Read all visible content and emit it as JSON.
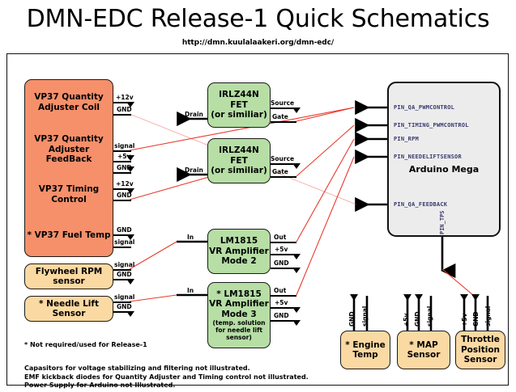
{
  "header": {
    "title": "DMN-EDC Release-1 Quick Schematics",
    "url": "http://dmn.kuulalaakeri.org/dmn-edc/"
  },
  "blocks": {
    "vp37_group": [
      {
        "name": "vp37-quantity-adjuster-coil",
        "line1": "VP37 Quantity",
        "line2": "Adjuster Coil",
        "pins": [
          "+12v",
          "GND"
        ]
      },
      {
        "name": "vp37-quantity-adjuster-feedback",
        "line1": "VP37 Quantity",
        "line2": "Adjuster FeedBack",
        "pins": [
          "signal",
          "+5v",
          "GND"
        ]
      },
      {
        "name": "vp37-timing-control",
        "line1": "VP37 Timing Control",
        "line2": "",
        "pins": [
          "+12v",
          "GND"
        ]
      },
      {
        "name": "vp37-fuel-temp",
        "line1": "* VP37 Fuel Temp",
        "line2": "",
        "pins": [
          "GND",
          "signal"
        ]
      }
    ],
    "flywheel": {
      "line1": "Flywheel RPM",
      "line2": "sensor",
      "pins": [
        "signal",
        "GND"
      ]
    },
    "needle": {
      "line1": "* Needle Lift",
      "line2": "Sensor",
      "pins": [
        "signal",
        "GND"
      ]
    },
    "fet1": {
      "line1": "IRLZ44N",
      "line2": "FET",
      "line3": "(or similiar)",
      "in": "Drain",
      "pins": [
        "Source",
        "Gate"
      ]
    },
    "fet2": {
      "line1": "IRLZ44N",
      "line2": "FET",
      "line3": "(or similiar)",
      "in": "Drain",
      "pins": [
        "Source",
        "Gate"
      ]
    },
    "amp1": {
      "line1": "LM1815",
      "line2": "VR Amplifier",
      "line3": "Mode 2",
      "note": "",
      "in": "In",
      "pins": [
        "Out",
        "+5v",
        "GND"
      ]
    },
    "amp2": {
      "line1": "* LM1815",
      "line2": "VR Amplifier",
      "line3": "Mode 3",
      "note": "(temp. solution for needle lift sensor)",
      "in": "In",
      "pins": [
        "Out",
        "+5v",
        "GND"
      ]
    },
    "arduino": {
      "name": "Arduino Mega",
      "pins": [
        "PIN_QA_PWMCONTROL",
        "PIN_TIMING_PWMCONTROL",
        "PIN_RPM",
        "PIN_NEEDELIFTSENSOR",
        "PIN_QA_FEEDBACK"
      ],
      "tps_pin": "PIN_TPS"
    },
    "bottom_sensors": [
      {
        "name": "engine-temp",
        "line1": "* Engine",
        "line2": "Temp",
        "pins": [
          "GND",
          "signal"
        ]
      },
      {
        "name": "map-sensor",
        "line1": "* MAP",
        "line2": "Sensor",
        "pins": [
          "+5v",
          "GND",
          "signal"
        ]
      },
      {
        "name": "throttle-position-sensor",
        "line1": "Throttle",
        "line2": "Position",
        "line3": "Sensor",
        "pins": [
          "+5v",
          "GND",
          "signal"
        ]
      }
    ]
  },
  "footnotes": {
    "star": "* Not required/used for Release-1",
    "lines": [
      "Capasitors for voltage stabilizing and filtering not illustrated.",
      "EMF kickback diodes for Quantity Adjuster and Timing control not illustrated.",
      "Power Supply for Arduino not Illustrated."
    ]
  },
  "colors": {
    "orange": "#F5906B",
    "tan": "#FBD9A2",
    "green": "#B6DEA5",
    "gray": "#ECECEC",
    "wire_signal": "#E8392B",
    "wire_black": "#000000"
  }
}
